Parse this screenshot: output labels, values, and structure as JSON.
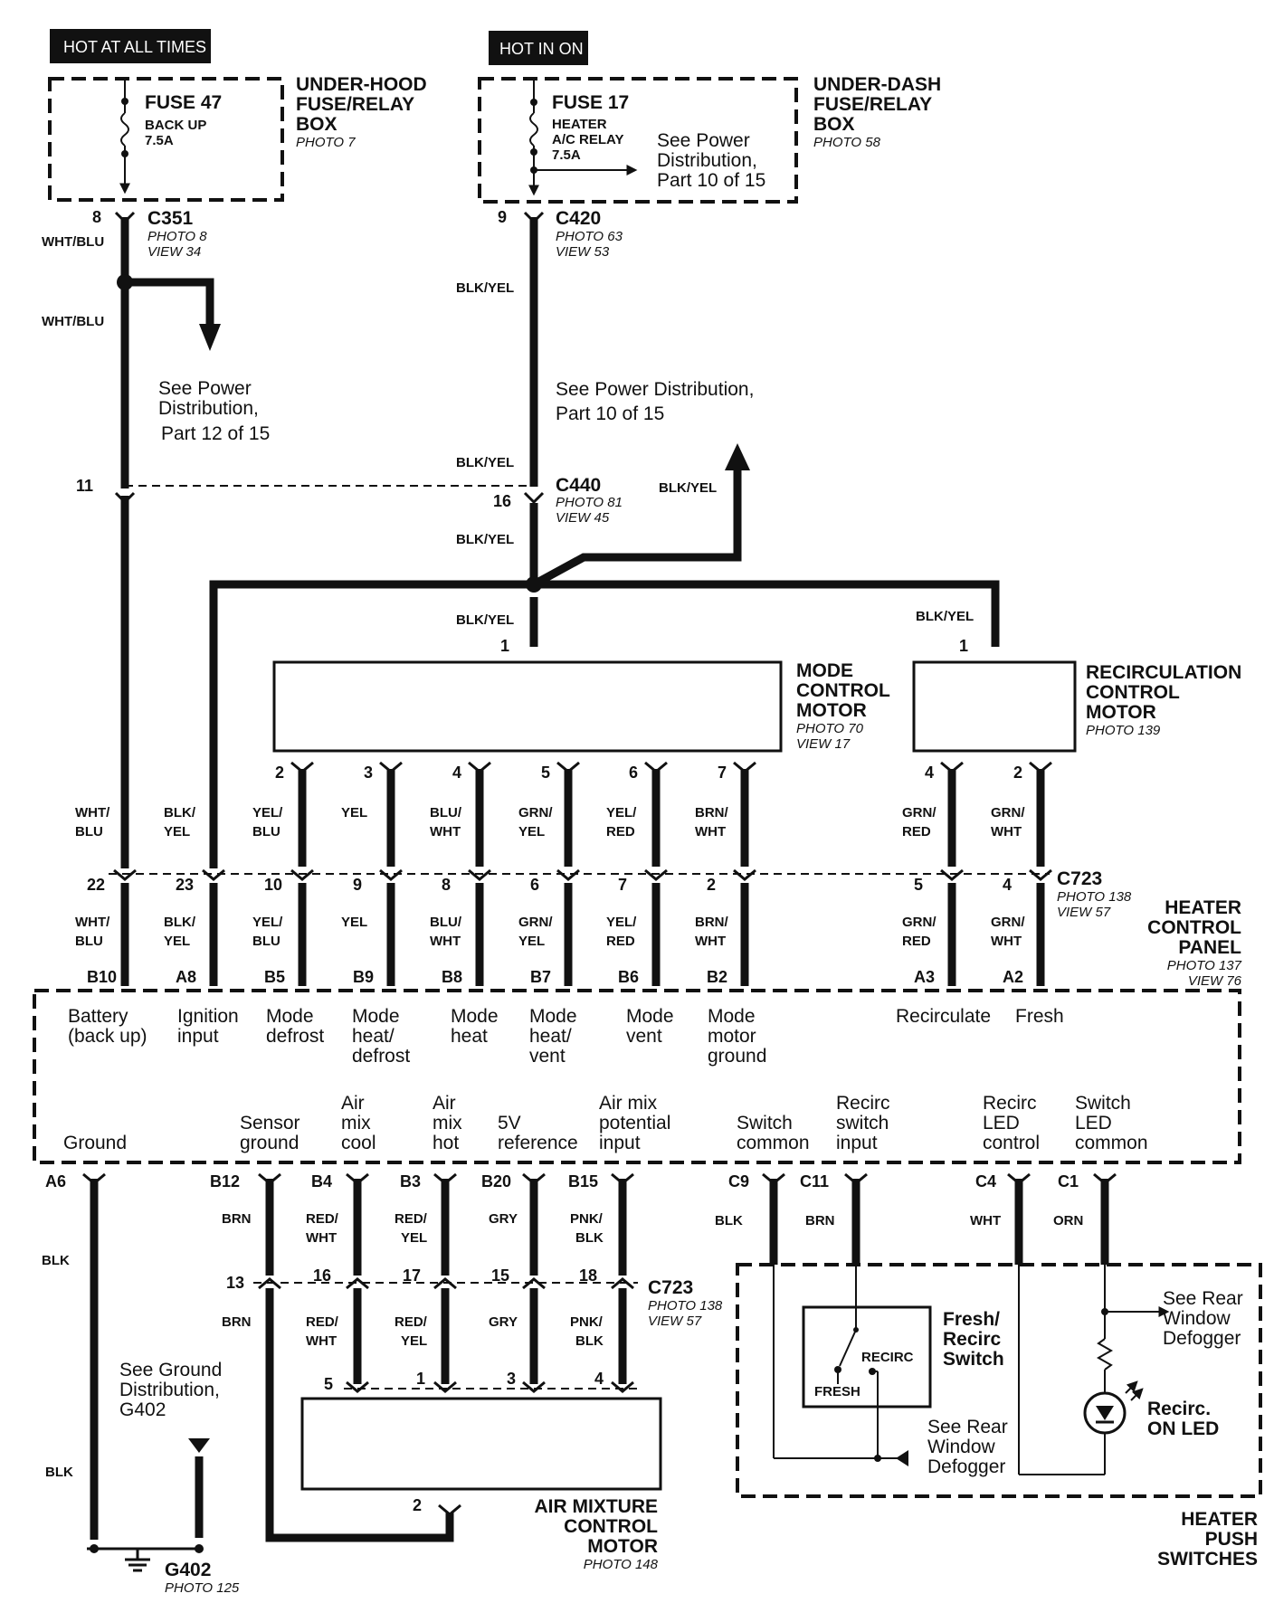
{
  "badges": {
    "hot_at_all_times": "HOT AT ALL TIMES",
    "hot_in_on": "HOT IN ON"
  },
  "underhood": {
    "fuse": "FUSE 47",
    "fuse_desc": "BACK UP",
    "fuse_amp": "7.5A",
    "box_l1": "UNDER-HOOD",
    "box_l2": "FUSE/RELAY",
    "box_l3": "BOX",
    "photo": "PHOTO 7"
  },
  "underdash": {
    "fuse": "FUSE 17",
    "fuse_desc1": "HEATER",
    "fuse_desc2": "A/C RELAY",
    "fuse_amp": "7.5A",
    "box_l1": "UNDER-DASH",
    "box_l2": "FUSE/RELAY",
    "box_l3": "BOX",
    "photo": "PHOTO 58",
    "see_l1": "See Power",
    "see_l2": "Distribution,",
    "see_l3": "Part 10 of 15"
  },
  "c351": {
    "pin": "8",
    "name": "C351",
    "photo": "PHOTO 8",
    "view": "VIEW 34",
    "wire": "WHT/BLU",
    "wire2": "WHT/BLU"
  },
  "c420": {
    "pin": "9",
    "name": "C420",
    "photo": "PHOTO 63",
    "view": "VIEW 53",
    "wire": "BLK/YEL"
  },
  "see_pd12": {
    "l1": "See Power",
    "l2": "Distribution,",
    "l3": "Part 12 of 15"
  },
  "see_pd10": {
    "l1": "See Power Distribution,",
    "l2": "Part 10 of 15"
  },
  "c440": {
    "pin_left": "11",
    "pin": "16",
    "name": "C440",
    "photo": "PHOTO 81",
    "view": "VIEW 45",
    "wire_above": "BLK/YEL",
    "wire_below": "BLK/YEL",
    "wire_branch": "BLK/YEL"
  },
  "mode_motor": {
    "l1": "MODE",
    "l2": "CONTROL",
    "l3": "MOTOR",
    "photo": "PHOTO 70",
    "view": "VIEW 17",
    "pin": "1",
    "wire": "BLK/YEL"
  },
  "recirc_motor": {
    "l1": "RECIRCULATION",
    "l2": "CONTROL",
    "l3": "MOTOR",
    "photo": "PHOTO 139",
    "pin": "1",
    "wire": "BLK/YEL"
  },
  "upper_columns": [
    {
      "top_pin": "",
      "wire_top": [
        "WHT/",
        "BLU"
      ],
      "c723": "22",
      "wire_bot": [
        "WHT/",
        "BLU"
      ],
      "panel_pin": "B10"
    },
    {
      "top_pin": "",
      "wire_top": [
        "BLK/",
        "YEL"
      ],
      "c723": "23",
      "wire_bot": [
        "BLK/",
        "YEL"
      ],
      "panel_pin": "A8"
    },
    {
      "top_pin": "2",
      "wire_top": [
        "YEL/",
        "BLU"
      ],
      "c723": "10",
      "wire_bot": [
        "YEL/",
        "BLU"
      ],
      "panel_pin": "B5"
    },
    {
      "top_pin": "3",
      "wire_top": [
        "YEL",
        ""
      ],
      "c723": "9",
      "wire_bot": [
        "YEL",
        ""
      ],
      "panel_pin": "B9"
    },
    {
      "top_pin": "4",
      "wire_top": [
        "BLU/",
        "WHT"
      ],
      "c723": "8",
      "wire_bot": [
        "BLU/",
        "WHT"
      ],
      "panel_pin": "B8"
    },
    {
      "top_pin": "5",
      "wire_top": [
        "GRN/",
        "YEL"
      ],
      "c723": "6",
      "wire_bot": [
        "GRN/",
        "YEL"
      ],
      "panel_pin": "B7"
    },
    {
      "top_pin": "6",
      "wire_top": [
        "YEL/",
        "RED"
      ],
      "c723": "7",
      "wire_bot": [
        "YEL/",
        "RED"
      ],
      "panel_pin": "B6"
    },
    {
      "top_pin": "7",
      "wire_top": [
        "BRN/",
        "WHT"
      ],
      "c723": "2",
      "wire_bot": [
        "BRN/",
        "WHT"
      ],
      "panel_pin": "B2"
    },
    {
      "top_pin": "4",
      "wire_top": [
        "GRN/",
        "RED"
      ],
      "c723": "5",
      "wire_bot": [
        "GRN/",
        "RED"
      ],
      "panel_pin": "A3"
    },
    {
      "top_pin": "2",
      "wire_top": [
        "GRN/",
        "WHT"
      ],
      "c723": "4",
      "wire_bot": [
        "GRN/",
        "WHT"
      ],
      "panel_pin": "A2"
    }
  ],
  "c723_upper": {
    "name": "C723",
    "photo": "PHOTO 138",
    "view": "VIEW 57"
  },
  "panel": {
    "l1": "HEATER",
    "l2": "CONTROL",
    "l3": "PANEL",
    "photo": "PHOTO 137",
    "view": "VIEW 76",
    "top_funcs": [
      [
        "Battery",
        "(back up)"
      ],
      [
        "Ignition",
        "input"
      ],
      [
        "Mode",
        "defrost"
      ],
      [
        "Mode",
        "heat/",
        "defrost"
      ],
      [
        "Mode",
        "heat"
      ],
      [
        "Mode",
        "heat/",
        "vent"
      ],
      [
        "Mode",
        "vent"
      ],
      [
        "Mode",
        "motor",
        "ground"
      ],
      [
        "Recirculate"
      ],
      [
        "Fresh"
      ]
    ],
    "bottom_funcs": [
      [
        "Ground"
      ],
      [
        "Sensor",
        "ground"
      ],
      [
        "Air",
        "mix",
        "cool"
      ],
      [
        "Air",
        "mix",
        "hot"
      ],
      [
        "5V",
        "reference"
      ],
      [
        "Air mix",
        "potential",
        "input"
      ],
      [
        "Switch",
        "common"
      ],
      [
        "Recirc",
        "switch",
        "input"
      ],
      [
        "Recirc",
        "LED",
        "control"
      ],
      [
        "Switch",
        "LED",
        "common"
      ]
    ]
  },
  "lower_pins": [
    {
      "pin": "A6",
      "wire": "BLK"
    },
    {
      "pin": "B12",
      "wire": "BRN"
    },
    {
      "pin": "B4",
      "wire": "RED/\nWHT"
    },
    {
      "pin": "B3",
      "wire": "RED/\nYEL"
    },
    {
      "pin": "B20",
      "wire": "GRY"
    },
    {
      "pin": "B15",
      "wire": "PNK/\nBLK"
    },
    {
      "pin": "C9",
      "wire": "BLK"
    },
    {
      "pin": "C11",
      "wire": "BRN"
    },
    {
      "pin": "C4",
      "wire": "WHT"
    },
    {
      "pin": "C1",
      "wire": "ORN"
    }
  ],
  "lower_labels": {
    "a6_w1": "BLK",
    "a6_w2": "BLK",
    "b12_w1": "BRN",
    "b12_w2": "BRN",
    "b4_w1a": "RED/",
    "b4_w1b": "WHT",
    "b4_w2a": "RED/",
    "b4_w2b": "WHT",
    "b3_w1a": "RED/",
    "b3_w1b": "YEL",
    "b3_w2a": "RED/",
    "b3_w2b": "YEL",
    "b20_w1": "GRY",
    "b20_w2": "GRY",
    "b15_w1a": "PNK/",
    "b15_w1b": "BLK",
    "b15_w2a": "PNK/",
    "b15_w2b": "BLK",
    "c9_w": "BLK",
    "c11_w": "BRN",
    "c4_w": "WHT",
    "c1_w": "ORN",
    "pin_a6": "A6",
    "pin_b12": "B12",
    "pin_b4": "B4",
    "pin_b3": "B3",
    "pin_b20": "B20",
    "pin_b15": "B15",
    "pin_c9": "C9",
    "pin_c11": "C11",
    "pin_c4": "C4",
    "pin_c1": "C1"
  },
  "c723_lower": {
    "name": "C723",
    "photo": "PHOTO 138",
    "view": "VIEW 57",
    "p13": "13",
    "p16": "16",
    "p17": "17",
    "p15": "15",
    "p18": "18"
  },
  "air_motor": {
    "l1": "AIR MIXTURE",
    "l2": "CONTROL",
    "l3": "MOTOR",
    "photo": "PHOTO 148",
    "p5": "5",
    "p1": "1",
    "p3": "3",
    "p4": "4",
    "p2": "2"
  },
  "ground": {
    "see_l1": "See Ground",
    "see_l2": "Distribution,",
    "see_l3": "G402",
    "name": "G402",
    "photo": "PHOTO 125"
  },
  "switches": {
    "fr_l1": "Fresh/",
    "fr_l2": "Recirc",
    "fr_l3": "Switch",
    "recirc": "RECIRC",
    "fresh": "FRESH",
    "see_l1": "See Rear",
    "see_l2": "Window",
    "see_l3": "Defogger",
    "see2_l1": "See Rear",
    "see2_l2": "Window",
    "see2_l3": "Defogger",
    "led_l1": "Recirc.",
    "led_l2": "ON LED",
    "box_l1": "HEATER",
    "box_l2": "PUSH",
    "box_l3": "SWITCHES"
  }
}
